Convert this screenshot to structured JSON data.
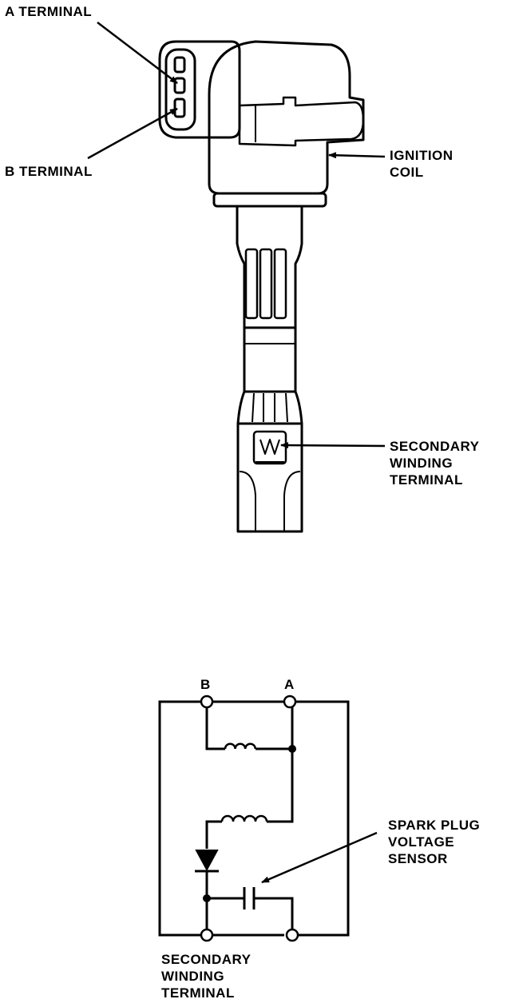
{
  "labels": {
    "a_terminal": "A TERMINAL",
    "b_terminal": "B TERMINAL",
    "ignition_coil": [
      "IGNITION",
      "COIL"
    ],
    "secondary_winding_top": [
      "SECONDARY",
      "WINDING",
      "TERMINAL"
    ],
    "node_b": "B",
    "node_a": "A",
    "spark_plug_sensor": [
      "SPARK PLUG",
      "VOLTAGE",
      "SENSOR"
    ],
    "secondary_winding_bottom": [
      "SECONDARY",
      "WINDING",
      "TERMINAL"
    ]
  },
  "colors": {
    "ink": "#000000",
    "paper": "#ffffff"
  }
}
